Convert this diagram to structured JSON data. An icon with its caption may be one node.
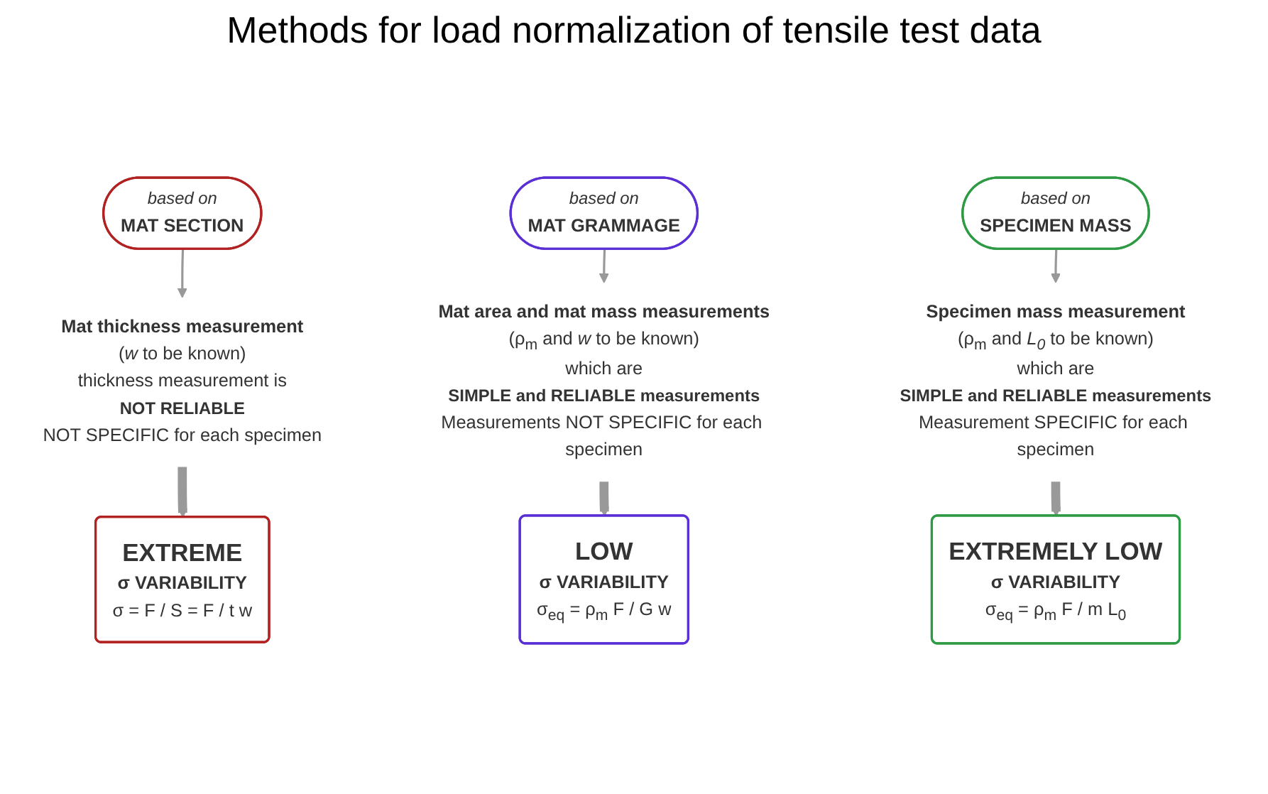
{
  "diagram": {
    "title": "Methods for load normalization of tensile test data",
    "nodes": [
      {
        "text": [
          "*based on*",
          "**MAT SECTION**"
        ]
      },
      {
        "text": [
          "*based on*",
          "**MAT GRAMMAGE**"
        ]
      },
      {
        "text": [
          "*based on*",
          "**SPECIMEN MASS**"
        ]
      },
      {
        "text": [
          "Mat thickness measurement",
          "(*w* to be known)",
          "thickness measurement is",
          "NOT RELIABLE",
          "NOT SPECIFIC for each specimen"
        ]
      },
      {
        "text": [
          "Mat area and mat mass measurements",
          "(ρ$_{m}$ and *w* to be known)",
          "which are",
          "SIMPLE and RELIABLE measurements",
          "Measurements NOT SPECIFIC for each specimen"
        ]
      },
      {
        "text": [
          "Specimen mass measurement",
          "(ρ$_{m}$ and *L$_{0}$* to be known)",
          "which are",
          "SIMPLE and RELIABLE measurements",
          "Measurement SPECIFIC for each specimen"
        ]
      },
      {
        "text": [
          "EXTREME",
          "σ VARIABILITY",
          "σ = F / S = F / t w"
        ]
      },
      {
        "text": [
          "LOW",
          "σ VARIABILITY",
          "σ$_{eq}$ = ρ$_{m}$ F / G w"
        ]
      },
      {
        "text": [
          "EXTREMELY LOW",
          "σ VARIABILITY",
          "σ$_{eq}$ = ρ$_{m}$ F / m L$_{0}$"
        ]
      }
    ],
    "edges": [
      {
        "from": 0,
        "to": 3,
        "arrow": "to"
      },
      {
        "from": 1,
        "to": 4,
        "arrow": "to"
      },
      {
        "from": 2,
        "to": 5,
        "arrow": "to"
      },
      {
        "from": 3,
        "to": 6,
        "arrow": "to",
        "style": "thick"
      },
      {
        "from": 4,
        "to": 7,
        "arrow": "to",
        "style": "thick"
      },
      {
        "from": 5,
        "to": 8,
        "arrow": "to",
        "style": "thick"
      }
    ]
  }
}
